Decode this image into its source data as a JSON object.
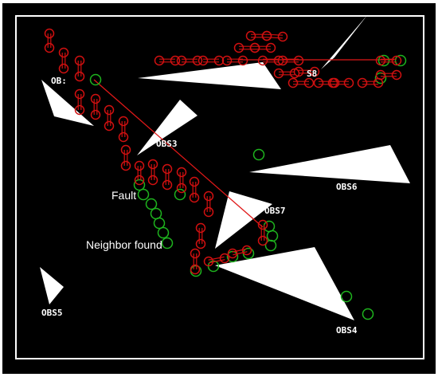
{
  "labels": {
    "obs_b": "OB:",
    "obs3": "OBS3",
    "obs4": "OBS4",
    "obs5": "OBS5",
    "obs6": "OBS6",
    "obs7": "OBS7",
    "obs8": "S8"
  },
  "annotations": {
    "fault": "Fault",
    "neighbor": "Neighbor found"
  },
  "colors": {
    "background": "#000000",
    "frame": "#ffffff",
    "obstacle": "#ffffff",
    "robot": "#d01010",
    "link": "#e01818",
    "goal": "#1eb41e"
  }
}
